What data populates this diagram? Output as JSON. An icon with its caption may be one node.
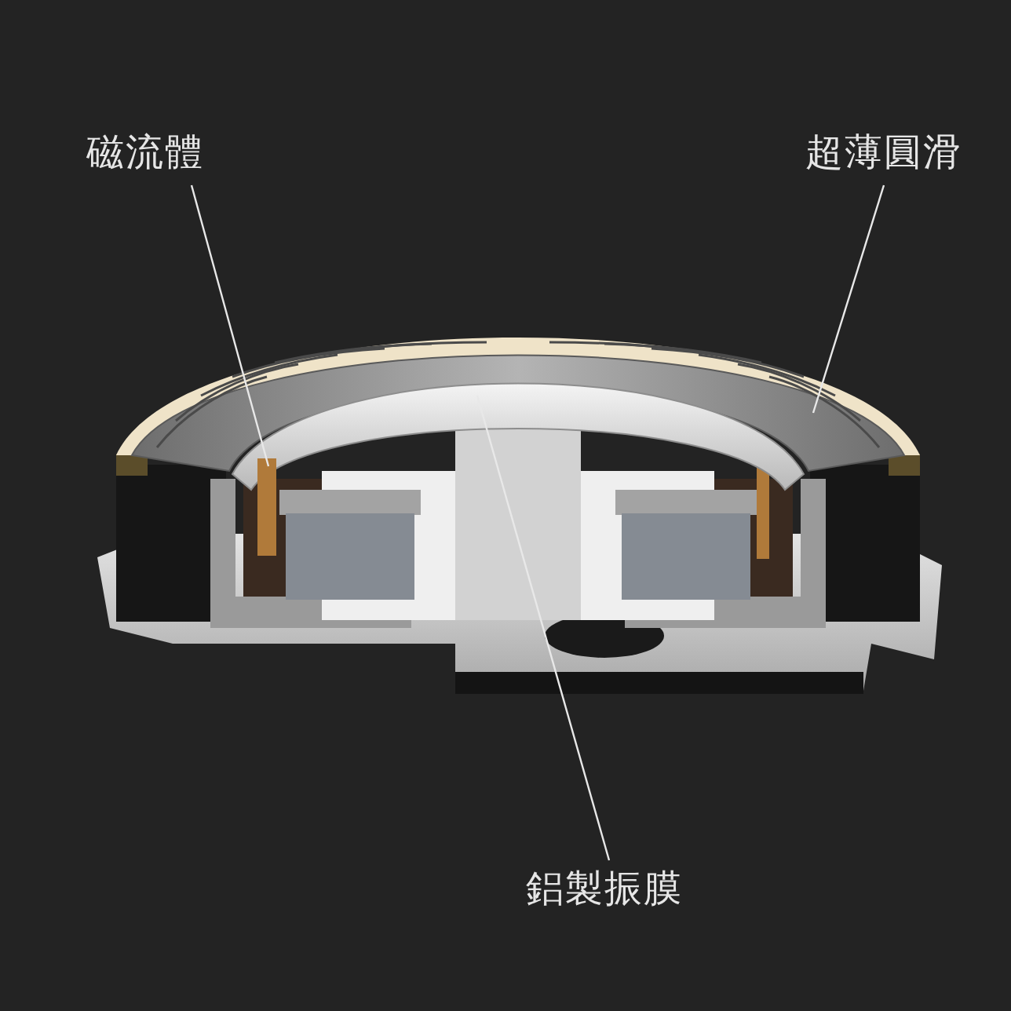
{
  "diagram": {
    "nodes": [
      {
        "text": [
          "磁流體"
        ]
      },
      {
        "text": [
          "超薄圓滑"
        ]
      },
      {
        "text": [
          "鋁製振膜"
        ]
      },
      {
        "text": [],
        "shape": "bar"
      },
      {
        "text": [],
        "shape": "picture"
      },
      {
        "text": [],
        "shape": "picture"
      }
    ],
    "edges": [
      {
        "from": 0,
        "to": 3,
        "arrow": "none"
      },
      {
        "from": 1,
        "to": 4,
        "arrow": "none"
      },
      {
        "from": 2,
        "to": 5,
        "arrow": "none"
      }
    ]
  }
}
